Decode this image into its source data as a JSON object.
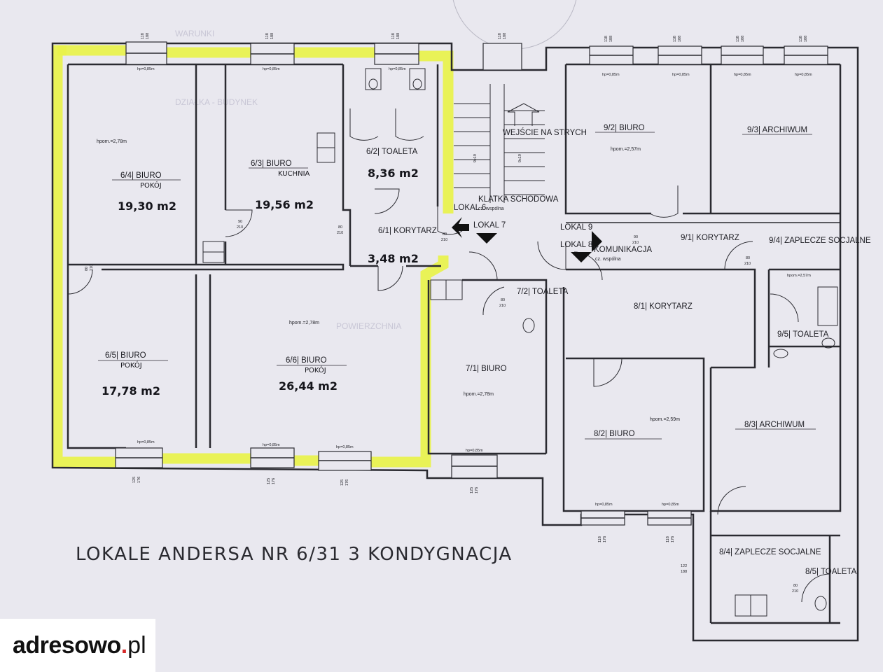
{
  "title": "LOKALE ANDERSA NR 6/31 3 KONDYGNACJA",
  "logo": {
    "main": "adresowo",
    "dot": ".",
    "tld": "pl"
  },
  "colors": {
    "highlight": "#e8f24a",
    "wall": "#2a2a30",
    "paper": "#e9e8ef",
    "logo_dot": "#d62a2a"
  },
  "rooms": {
    "r64": {
      "label": "6/4| BIURO",
      "hand_note": "POKÓJ",
      "area": "19,30 m2",
      "height": "hpom.=2,78m"
    },
    "r63": {
      "label": "6/3| BIURO",
      "hand_note": "KUCHNIA",
      "area": "19,56 m2"
    },
    "r62": {
      "label": "6/2| TOALETA",
      "area": "8,36 m2"
    },
    "r61": {
      "label": "6/1| KORYTARZ",
      "area": "3,48 m2"
    },
    "r65": {
      "label": "6/5| BIURO",
      "hand_note": "POKÓJ",
      "area": "17,78 m2"
    },
    "r66": {
      "label": "6/6| BIURO",
      "hand_note": "POKÓJ",
      "area": "26,44 m2",
      "height": "hpom.=2,78m"
    },
    "r71": {
      "label": "7/1| BIURO",
      "height": "hpom.=2,78m"
    },
    "r72": {
      "label": "7/2| TOALETA"
    },
    "r92": {
      "label": "9/2| BIURO",
      "height": "hpom.=2,57m"
    },
    "r93": {
      "label": "9/3| ARCHIWUM"
    },
    "r91": {
      "label": "9/1| KORYTARZ"
    },
    "r94": {
      "label": "9/4| ZAPLECZE SOCJALNE",
      "height": "hpom.=2,57m"
    },
    "r95": {
      "label": "9/5| TOALETA"
    },
    "r81": {
      "label": "8/1| KORYTARZ"
    },
    "r82": {
      "label": "8/2| BIURO",
      "height": "hpom.=2,59m"
    },
    "r83": {
      "label": "8/3| ARCHIWUM"
    },
    "r84": {
      "label": "8/4| ZAPLECZE SOCJALNE"
    },
    "r85": {
      "label": "8/5| TOALETA"
    }
  },
  "common": {
    "stairs": "KLATKA SCHODOWA",
    "stairs_note": "cz. wspólna",
    "comm": "KOMUNIKACJA",
    "comm_note": "cz. wspólna",
    "entry_attic": "WEJŚCIE NA STRYCH"
  },
  "locals": {
    "l6": "LOKAL 6",
    "l7": "LOKAL 7",
    "l8": "LOKAL 8",
    "l9": "LOKAL 9"
  },
  "door_dims": {
    "d1": "90",
    "d2": "210",
    "d3": "80",
    "d4": "210"
  },
  "window_dims": {
    "top": "118",
    "top2": "188",
    "bottom": "125",
    "bottom2": "176",
    "sill": "hp=0,85m"
  }
}
